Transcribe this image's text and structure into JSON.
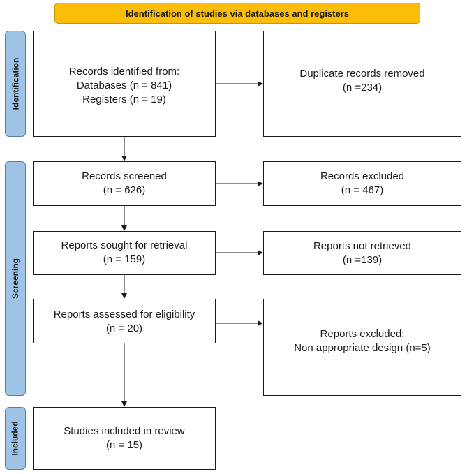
{
  "header": {
    "title": "Identification of studies via databases and registers"
  },
  "phases": {
    "identification": "Identification",
    "screening": "Screening",
    "included": "Included"
  },
  "boxes": {
    "records_identified": [
      "Records identified from:",
      "Databases (n = 841)",
      "Registers (n = 19)"
    ],
    "duplicates_removed": [
      "Duplicate records removed",
      "(n =234)"
    ],
    "records_screened": [
      "Records screened",
      "(n = 626)"
    ],
    "records_excluded": [
      "Records excluded",
      "(n = 467)"
    ],
    "reports_sought": [
      "Reports sought for retrieval",
      "(n = 159)"
    ],
    "reports_not_retrieved": [
      "Reports not retrieved",
      "(n =139)"
    ],
    "reports_assessed": [
      "Reports assessed for eligibility",
      "(n = 20)"
    ],
    "reports_excluded": [
      "Reports excluded:",
      "Non appropriate design (n=5)"
    ],
    "studies_included": [
      "Studies included in review",
      "(n = 15)"
    ]
  },
  "colors": {
    "header_fill": "#fbbd08",
    "phase_fill": "#9ec3e6",
    "line": "#1a1a1a"
  }
}
